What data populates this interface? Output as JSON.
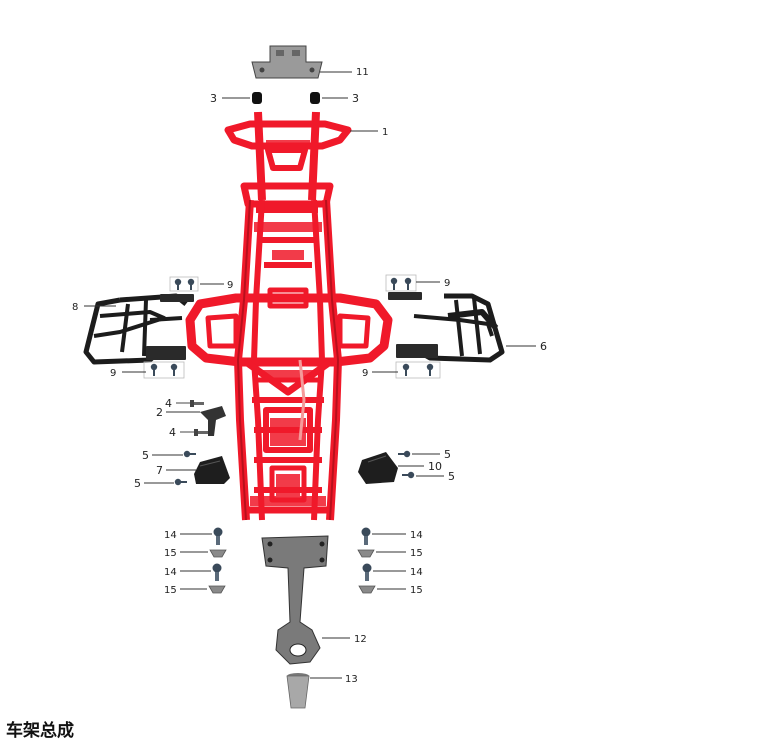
{
  "title": "车架总成",
  "colors": {
    "frame": "#f0192a",
    "frame_dark": "#b8101c",
    "rack": "#1c1c1c",
    "metal": "#8c8c8c"
  },
  "callouts": [
    {
      "id": "c11",
      "text": "11"
    },
    {
      "id": "c3l",
      "text": "3"
    },
    {
      "id": "c3r",
      "text": "3"
    },
    {
      "id": "c1",
      "text": "1"
    },
    {
      "id": "c9a",
      "text": "9"
    },
    {
      "id": "c9b",
      "text": "9"
    },
    {
      "id": "c8",
      "text": "8"
    },
    {
      "id": "c6",
      "text": "6"
    },
    {
      "id": "c9c",
      "text": "9"
    },
    {
      "id": "c9d",
      "text": "9"
    },
    {
      "id": "c4a",
      "text": "4"
    },
    {
      "id": "c2",
      "text": "2"
    },
    {
      "id": "c4b",
      "text": "4"
    },
    {
      "id": "c5a",
      "text": "5"
    },
    {
      "id": "c7",
      "text": "7"
    },
    {
      "id": "c5b",
      "text": "5"
    },
    {
      "id": "c5c",
      "text": "5"
    },
    {
      "id": "c10",
      "text": "10"
    },
    {
      "id": "c5d",
      "text": "5"
    },
    {
      "id": "c14a",
      "text": "14"
    },
    {
      "id": "c15a",
      "text": "15"
    },
    {
      "id": "c14b",
      "text": "14"
    },
    {
      "id": "c15b",
      "text": "15"
    },
    {
      "id": "c14c",
      "text": "14"
    },
    {
      "id": "c15c",
      "text": "15"
    },
    {
      "id": "c14d",
      "text": "14"
    },
    {
      "id": "c15d",
      "text": "15"
    },
    {
      "id": "c12",
      "text": "12"
    },
    {
      "id": "c13",
      "text": "13"
    }
  ]
}
